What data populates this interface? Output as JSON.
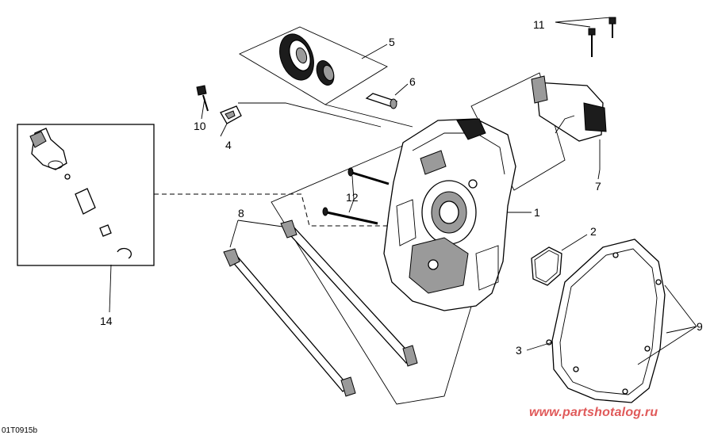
{
  "diagram": {
    "callouts": {
      "c1": "1",
      "c2": "2",
      "c3": "3",
      "c4": "4",
      "c5": "5",
      "c6": "6",
      "c7": "7",
      "c8": "8",
      "c9": "9",
      "c10": "10",
      "c11": "11",
      "c12": "12",
      "c14": "14"
    },
    "diagram_code": "01T0915b",
    "watermark": "www.partshotalog.ru",
    "colors": {
      "line": "#000000",
      "background": "#ffffff",
      "watermark": "#e05a5a"
    }
  }
}
